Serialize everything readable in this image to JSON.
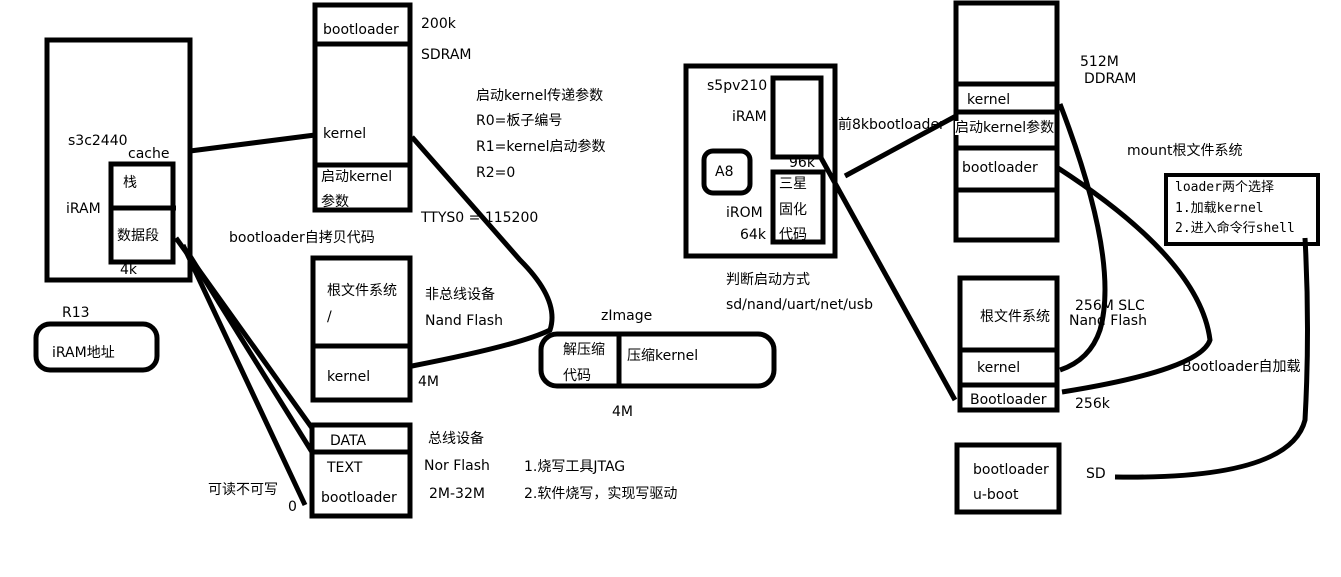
{
  "s3c2440": {
    "chip": "s3c2440",
    "cache": "cache",
    "iram": "iRAM",
    "stack": "栈",
    "data_seg": "数据段",
    "size": "4k"
  },
  "sdram": {
    "bootloader": "bootloader",
    "bl_size": "200k",
    "name": "SDRAM",
    "kernel": "kernel",
    "params1": "启动kernel",
    "params2": "参数"
  },
  "params_note": [
    "启动kernel传递参数",
    "R0=板子编号",
    "R1=kernel启动参数",
    "R2=0"
  ],
  "ttys": "TTYS0 = 115200",
  "self_copy": "bootloader自拷贝代码",
  "nand1": {
    "rootfs": "根文件系统",
    "slash": "/",
    "kernel": "kernel",
    "type": "非总线设备",
    "name": "Nand Flash",
    "size": "4M"
  },
  "nor": {
    "data": "DATA",
    "text": "TEXT",
    "bootloader": "bootloader",
    "type": "总线设备",
    "name": "Nor Flash",
    "size": "2M-32M",
    "method1": "1.烧写工具JTAG",
    "method2": "2.软件烧写，实现写驱动",
    "readonly": "可读不可写",
    "zero": "0"
  },
  "r13": {
    "label": "R13",
    "box": "iRAM地址"
  },
  "zimage": {
    "title": "zImage",
    "decomp1": "解压缩",
    "decomp2": "代码",
    "compressed": "压缩kernel",
    "size": "4M"
  },
  "s5pv210": {
    "chip": "s5pv210",
    "iram": "iRAM",
    "iram_size": "96k",
    "core": "A8",
    "irom": "iROM",
    "irom_size": "64k",
    "rom1": "三星",
    "rom2": "固化",
    "rom3": "代码",
    "boot1": "判断启动方式",
    "boot2": "sd/nand/uart/net/usb",
    "first8k": "前8kbootloader"
  },
  "ddram": {
    "size": "512M",
    "name": "DDRAM",
    "kernel": "kernel",
    "params": "启动kernel参数",
    "bootloader": "bootloader",
    "mount": "mount根文件系统"
  },
  "loader_box": [
    "loader两个选择",
    "1.加载kernel",
    "2.进入命令行shell"
  ],
  "nand2": {
    "rootfs": "根文件系统",
    "kernel": "kernel",
    "bootloader": "Bootloader",
    "size": "256M SLC",
    "name": "Nand Flash",
    "bl_size": "256k",
    "selfload": "Bootloader自加载"
  },
  "sd": {
    "bootloader": "bootloader",
    "uboot": "u-boot",
    "name": "SD"
  }
}
